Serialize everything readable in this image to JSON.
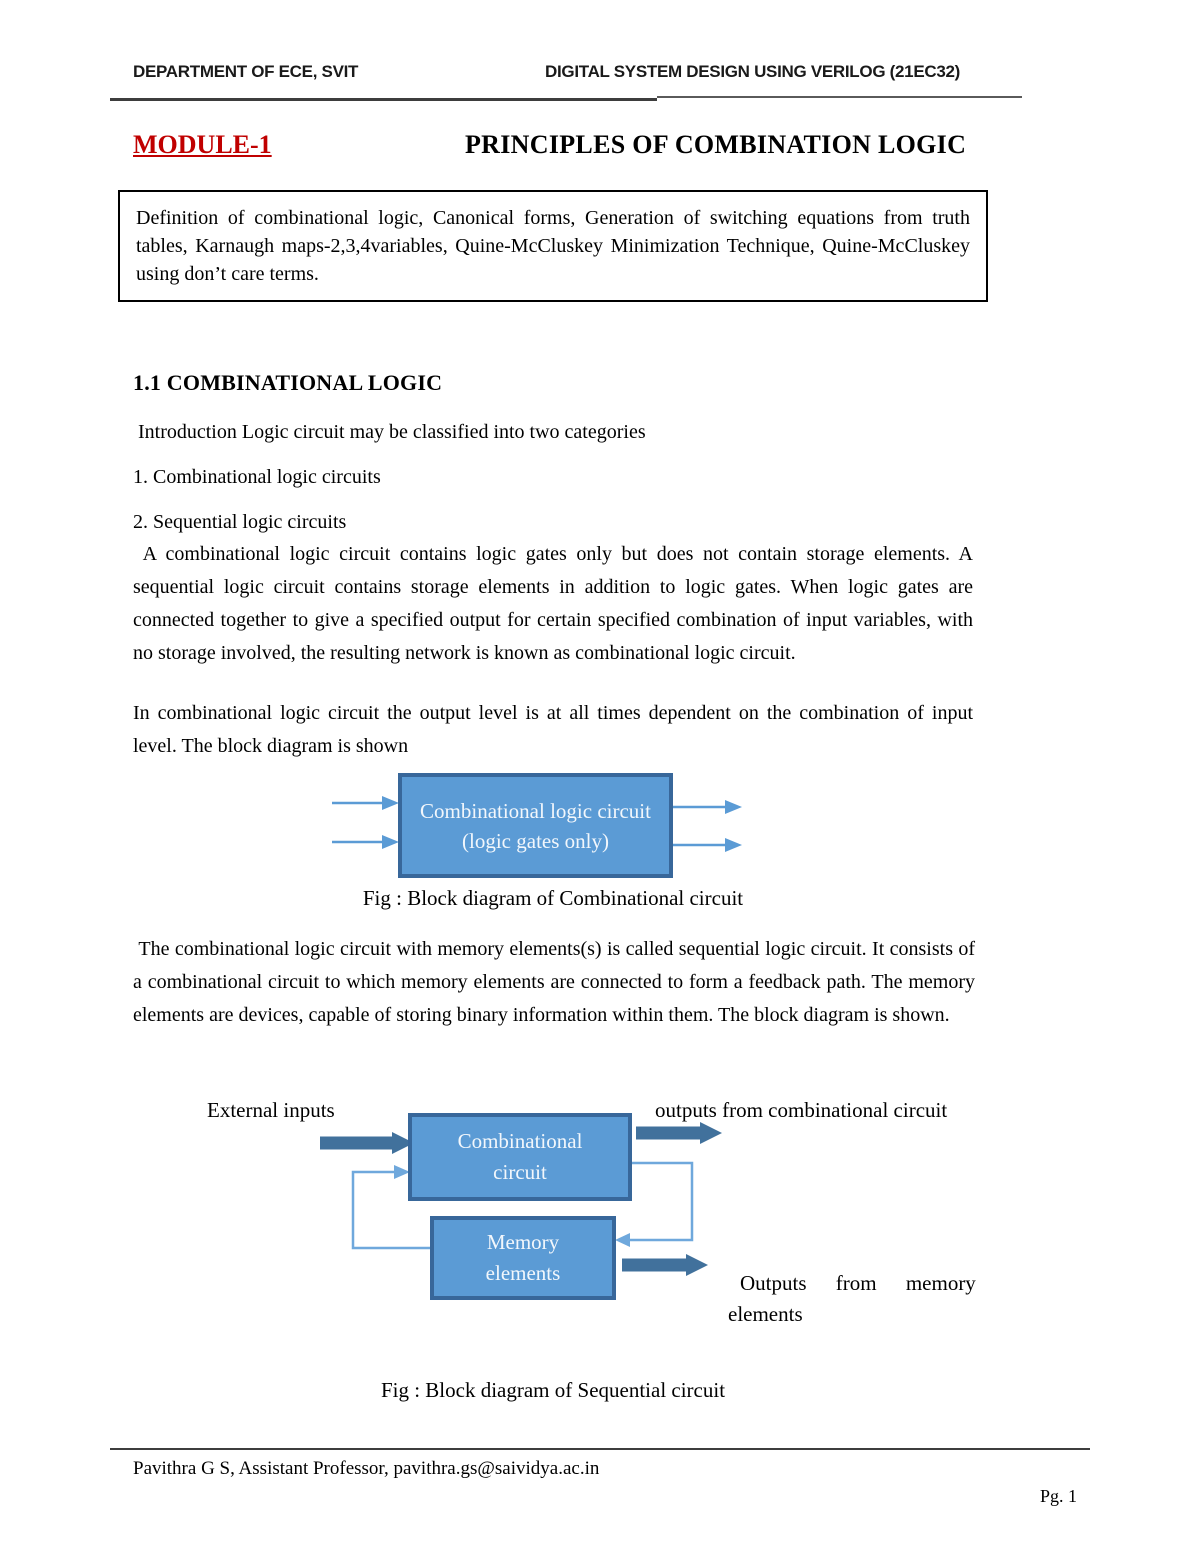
{
  "header": {
    "left": "DEPARTMENT OF ECE, SVIT",
    "right": "DIGITAL SYSTEM DESIGN USING VERILOG (21EC32)"
  },
  "title": {
    "module": "MODULE-1",
    "main": "PRINCIPLES OF COMBINATION LOGIC"
  },
  "syllabus": {
    "text": "Definition of combinational logic, Canonical forms, Generation of switching equations from truth tables, Karnaugh maps-2,3,4variables, Quine-McCluskey Minimization Technique, Quine-McCluskey using don’t care terms."
  },
  "content": {
    "section_heading": "1.1 COMBINATIONAL LOGIC",
    "intro": " Introduction Logic circuit may be classified into two categories",
    "item1": "1. Combinational logic circuits",
    "item2": "2. Sequential logic circuits",
    "para1": " A combinational logic circuit contains logic gates only but does not contain storage elements. A sequential logic circuit contains storage elements in addition to logic gates. When logic gates are connected together to give a specified output for certain specified combination of input variables, with no storage involved, the resulting network is known as combinational logic circuit.",
    "para2": "In combinational logic circuit the output level is at all times dependent on the combination of input level. The block diagram is shown",
    "para3": " The combinational logic circuit with memory elements(s) is called sequential logic circuit. It consists of a combinational circuit to which memory elements are connected to form a feedback path. The memory elements are devices, capable of storing binary information within them. The block diagram is shown."
  },
  "figure1": {
    "box_line1": "Combinational logic circuit",
    "box_line2": "(logic gates only)",
    "caption": "Fig : Block diagram of Combinational circuit"
  },
  "figure2": {
    "label_external_inputs": "External inputs",
    "label_outputs_comb": "outputs from combinational circuit",
    "comb_box_line1": "Combinational",
    "comb_box_line2": "circuit",
    "mem_box_line1": "Memory",
    "mem_box_line2": "elements",
    "label_outputs_mem_line1": "Outputs from memory",
    "label_outputs_mem_line2": "elements",
    "caption": "Fig : Block diagram of Sequential circuit"
  },
  "footer": {
    "author": "Pavithra G S, Assistant Professor, pavithra.gs@saividya.ac.in",
    "page": "Pg. 1"
  },
  "colors": {
    "accent_red": "#c00000",
    "box_fill": "#5b9bd5",
    "box_border": "#38679a",
    "thick_arrow": "#41719c",
    "thin_arrow": "#5b9bd5",
    "feedback": "#6fa8dc"
  }
}
